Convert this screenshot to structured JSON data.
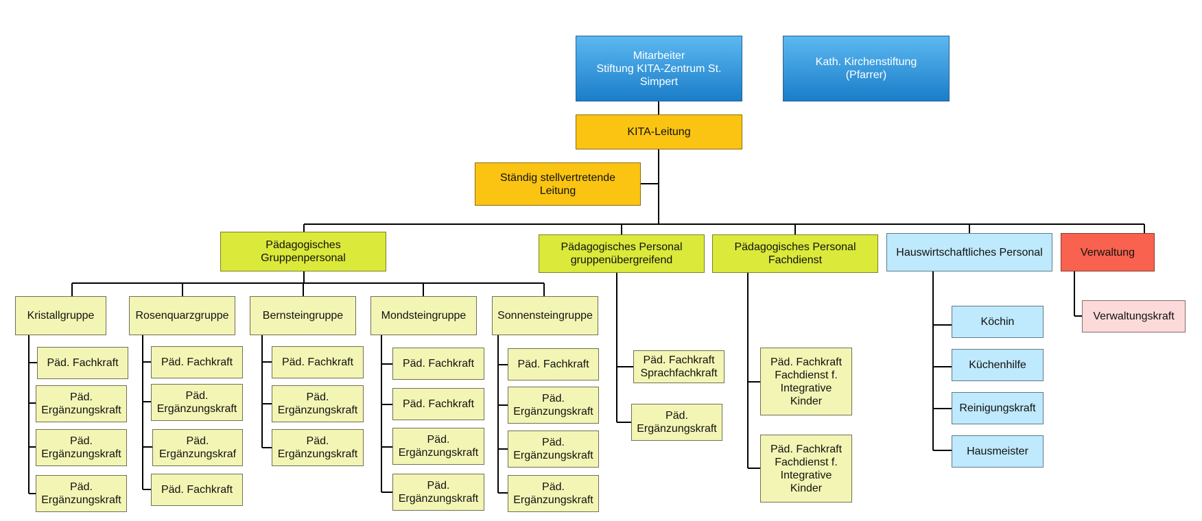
{
  "top": {
    "mitarbeiter": "Mitarbeiter\nStiftung KITA-Zentrum St.\nSimpert",
    "kirchenstiftung": "Kath. Kirchenstiftung\n(Pfarrer)",
    "leitung": "KITA-Leitung",
    "stellvertretung": "Ständig stellvertretende\nLeitung"
  },
  "departments": {
    "gruppenpersonal": "Pädagogisches\nGruppenpersonal",
    "gruppenuebergreifend": "Pädagogisches Personal\ngruppenübergreifend",
    "fachdienst": "Pädagogisches Personal\nFachdienst",
    "hauswirtschaft": "Hauswirtschaftliches Personal",
    "verwaltung": "Verwaltung"
  },
  "groups": {
    "kristall": {
      "name": "Kristallgruppe",
      "staff": [
        "Päd. Fachkraft",
        "Päd.\nErgänzungskraft",
        "Päd.\nErgänzungskraft",
        "Päd.\nErgänzungskraft"
      ]
    },
    "rosenquarz": {
      "name": "Rosenquarzgruppe",
      "staff": [
        "Päd. Fachkraft",
        "Päd.\nErgänzungskraft",
        "Päd.\nErgänzungskraf",
        "Päd. Fachkraft"
      ]
    },
    "bernstein": {
      "name": "Bernsteingruppe",
      "staff": [
        "Päd. Fachkraft",
        "Päd.\nErgänzungskraft",
        "Päd.\nErgänzungskraft"
      ]
    },
    "mondstein": {
      "name": "Mondsteingruppe",
      "staff": [
        "Päd. Fachkraft",
        "Päd. Fachkraft",
        "Päd.\nErgänzungskraft",
        "Päd.\nErgänzungskraft"
      ]
    },
    "sonnenstein": {
      "name": "Sonnensteingruppe",
      "staff": [
        "Päd. Fachkraft",
        "Päd.\nErgänzungskraft",
        "Päd.\nErgänzungskraft",
        "Päd.\nErgänzungskraft"
      ]
    }
  },
  "uebergreifend_staff": [
    "Päd.  Fachkraft\nSprachfachkraft",
    "Päd.\nErgänzungskraft"
  ],
  "fachdienst_staff": [
    "Päd. Fachkraft\nFachdienst f.\nIntegrative\nKinder",
    "Päd. Fachkraft\nFachdienst f.\nIntegrative\nKinder"
  ],
  "hauswirtschaft_staff": [
    "Köchin",
    "Küchenhilfe",
    "Reinigungskraft",
    "Hausmeister"
  ],
  "verwaltung_staff": [
    "Verwaltungskraft"
  ]
}
